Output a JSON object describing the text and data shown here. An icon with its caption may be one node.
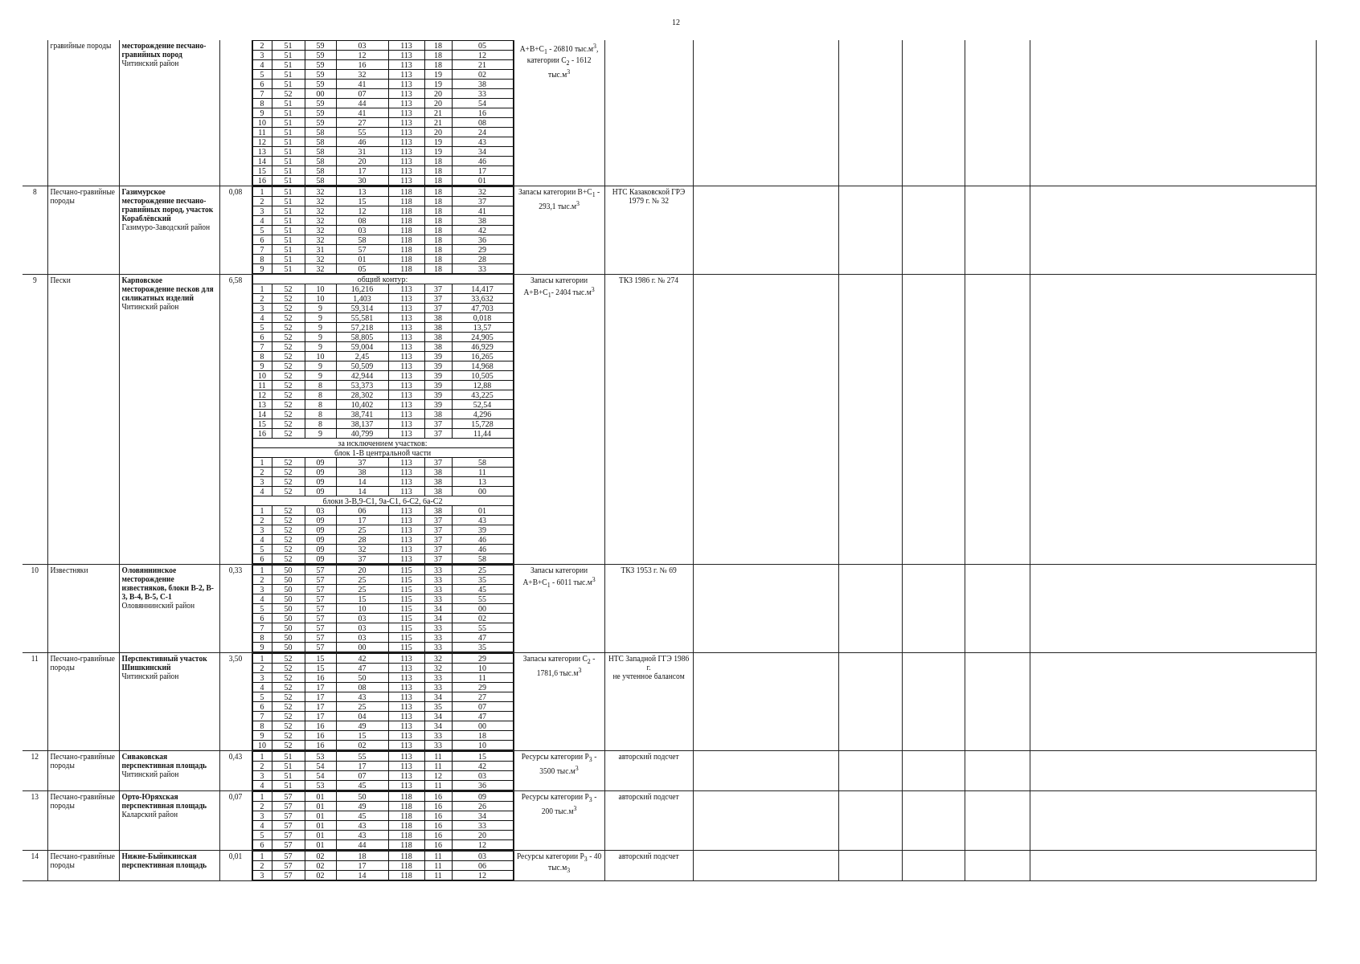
{
  "diagram": {
    "labels": [
      "12",
      "гравийные породы",
      "месторождение песчано-гравийных пород",
      "Читинский район",
      "2",
      "51",
      "59",
      "03",
      "113",
      "18",
      "05",
      "3",
      "51",
      "59",
      "12",
      "113",
      "18",
      "12",
      "4",
      "51",
      "59",
      "16",
      "113",
      "18",
      "21",
      "5",
      "51",
      "59",
      "32",
      "113",
      "19",
      "02",
      "6",
      "51",
      "59",
      "41",
      "113",
      "19",
      "38",
      "7",
      "52",
      "00",
      "07",
      "113",
      "20",
      "33",
      "8",
      "51",
      "59",
      "44",
      "113",
      "20",
      "54",
      "9",
      "51",
      "59",
      "41",
      "113",
      "21",
      "16",
      "10",
      "51",
      "59",
      "27",
      "113",
      "21",
      "08",
      "11",
      "51",
      "58",
      "55",
      "113",
      "20",
      "24",
      "12",
      "51",
      "58",
      "46",
      "113",
      "19",
      "43",
      "13",
      "51",
      "58",
      "31",
      "113",
      "19",
      "34",
      "14",
      "51",
      "58",
      "20",
      "113",
      "18",
      "46",
      "15",
      "51",
      "58",
      "17",
      "113",
      "18",
      "17",
      "16",
      "51",
      "58",
      "30",
      "113",
      "18",
      "01",
      "A+B+C$_{1}$ - 26810 тыс.м$^{3}$, категории C$_{2}$ - 1612 тыс.м$^{3}$",
      "8",
      "Песчано-гравийные породы",
      "Газимурское месторождение песчано-гравийных пород, участок Кораблёвский",
      "Газимуро-Заводский район",
      "0,08",
      "1",
      "51",
      "32",
      "13",
      "118",
      "18",
      "32",
      "2",
      "51",
      "32",
      "15",
      "118",
      "18",
      "37",
      "3",
      "51",
      "32",
      "12",
      "118",
      "18",
      "41",
      "4",
      "51",
      "32",
      "08",
      "118",
      "18",
      "38",
      "5",
      "51",
      "32",
      "03",
      "118",
      "18",
      "42",
      "6",
      "51",
      "32",
      "58",
      "118",
      "18",
      "36",
      "7",
      "51",
      "31",
      "57",
      "118",
      "18",
      "29",
      "8",
      "51",
      "32",
      "01",
      "118",
      "18",
      "28",
      "9",
      "51",
      "32",
      "05",
      "118",
      "18",
      "33",
      "Запасы категории B+C$_{1}$ - 293,1 тыс.м$^{3}$",
      "НТС Казаковской ГРЭ 1979 г. № 32",
      "9",
      "Пески",
      "Карповское месторождение песков для силикатных изделий",
      "Читинский район",
      "6,58",
      "общий контур:",
      "1",
      "52",
      "10",
      "16,216",
      "113",
      "37",
      "14,417",
      "2",
      "52",
      "10",
      "1,403",
      "113",
      "37",
      "33,632",
      "3",
      "52",
      "9",
      "59,314",
      "113",
      "37",
      "47,703",
      "4",
      "52",
      "9",
      "55,581",
      "113",
      "38",
      "0,018",
      "5",
      "52",
      "9",
      "57,218",
      "113",
      "38",
      "13,57",
      "6",
      "52",
      "9",
      "58,805",
      "113",
      "38",
      "24,905",
      "7",
      "52",
      "9",
      "59,004",
      "113",
      "38",
      "46,929",
      "8",
      "52",
      "10",
      "2,45",
      "113",
      "39",
      "16,265",
      "9",
      "52",
      "9",
      "50,509",
      "113",
      "39",
      "14,968",
      "10",
      "52",
      "9",
      "42,944",
      "113",
      "39",
      "10,505",
      "11",
      "52",
      "8",
      "53,373",
      "113",
      "39",
      "12,88",
      "12",
      "52",
      "8",
      "28,302",
      "113",
      "39",
      "43,225",
      "13",
      "52",
      "8",
      "10,402",
      "113",
      "39",
      "52,54",
      "14",
      "52",
      "8",
      "38,741",
      "113",
      "38",
      "4,296",
      "15",
      "52",
      "8",
      "38,137",
      "113",
      "37",
      "15,728",
      "16",
      "52",
      "9",
      "40,799",
      "113",
      "37",
      "11,44",
      "за исключением участков:",
      "блок 1-В центральной части",
      "1",
      "52",
      "09",
      "37",
      "113",
      "37",
      "58",
      "2",
      "52",
      "09",
      "38",
      "113",
      "38",
      "11",
      "3",
      "52",
      "09",
      "14",
      "113",
      "38",
      "13",
      "4",
      "52",
      "09",
      "14",
      "113",
      "38",
      "00",
      "блоки 3-В,9-С1, 9а-С1, 6-С2, 6а-С2",
      "1",
      "52",
      "03",
      "06",
      "113",
      "38",
      "01",
      "2",
      "52",
      "09",
      "17",
      "113",
      "37",
      "43",
      "3",
      "52",
      "09",
      "25",
      "113",
      "37",
      "39",
      "4",
      "52",
      "09",
      "28",
      "113",
      "37",
      "46",
      "5",
      "52",
      "09",
      "32",
      "113",
      "37",
      "46",
      "6",
      "52",
      "09",
      "37",
      "113",
      "37",
      "58",
      "Запасы категории A+B+C$_{1}$- 2404 тыс.м$^{3}$",
      "ТКЗ 1986 г. № 274",
      "10",
      "Известняки",
      "Оловяннинское месторождение известняков, блоки B-2, B-3, B-4, B-5, C-1",
      "Оловяннинский район",
      "0,33",
      "1",
      "50",
      "57",
      "20",
      "115",
      "33",
      "25",
      "2",
      "50",
      "57",
      "25",
      "115",
      "33",
      "35",
      "3",
      "50",
      "57",
      "25",
      "115",
      "33",
      "45",
      "4",
      "50",
      "57",
      "15",
      "115",
      "33",
      "55",
      "5",
      "50",
      "57",
      "10",
      "115",
      "34",
      "00",
      "6",
      "50",
      "57",
      "03",
      "115",
      "34",
      "02",
      "7",
      "50",
      "57",
      "03",
      "115",
      "33",
      "55",
      "8",
      "50",
      "57",
      "03",
      "115",
      "33",
      "47",
      "9",
      "50",
      "57",
      "00",
      "115",
      "33",
      "35",
      "Запасы категории A+B+C$_{1}$ - 6011 тыс.м$^{3}$",
      "ТКЗ 1953 г. № 69",
      "11",
      "Песчано-гравийные породы",
      "Перспективный участок Шишкинский",
      "Читинский район",
      "3,50",
      "1",
      "52",
      "15",
      "42",
      "113",
      "32",
      "29",
      "2",
      "52",
      "15",
      "47",
      "113",
      "32",
      "10",
      "3",
      "52",
      "16",
      "50",
      "113",
      "33",
      "11",
      "4",
      "52",
      "17",
      "08",
      "113",
      "33",
      "29",
      "5",
      "52",
      "17",
      "43",
      "113",
      "34",
      "27",
      "6",
      "52",
      "17",
      "25",
      "113",
      "35",
      "07",
      "7",
      "52",
      "17",
      "04",
      "113",
      "34",
      "47",
      "8",
      "52",
      "16",
      "49",
      "113",
      "34",
      "00",
      "9",
      "52",
      "16",
      "15",
      "113",
      "33",
      "18",
      "10",
      "52",
      "16",
      "02",
      "113",
      "33",
      "10",
      "Запасы категории C$_{2}$ - 1781,6 тыс.м$^{3}$",
      "НТС Западной ГГЭ 1986 г.",
      "не учтенное балансом",
      "12",
      "Песчано-гравийные породы",
      "Сиваковская перспективная площадь",
      "Читинский район",
      "0,43",
      "1",
      "51",
      "53",
      "55",
      "113",
      "11",
      "15",
      "2",
      "51",
      "54",
      "17",
      "113",
      "11",
      "42",
      "3",
      "51",
      "54",
      "07",
      "113",
      "12",
      "03",
      "4",
      "51",
      "53",
      "45",
      "113",
      "11",
      "36",
      "Ресурсы категории P$_{3}$ - 3500 тыс.м$^{3}$",
      "авторский подсчет",
      "13",
      "Песчано-гравийные породы",
      "Орто-Юряхская перспективная площадь",
      "Каларский район",
      "0,07",
      "1",
      "57",
      "01",
      "50",
      "118",
      "16",
      "09",
      "2",
      "57",
      "01",
      "49",
      "118",
      "16",
      "26",
      "3",
      "57",
      "01",
      "45",
      "118",
      "16",
      "34",
      "4",
      "57",
      "01",
      "43",
      "118",
      "16",
      "33",
      "5",
      "57",
      "01",
      "43",
      "118",
      "16",
      "20",
      "6",
      "57",
      "01",
      "44",
      "118",
      "16",
      "12",
      "Ресурсы категории P$_{3}$ - 200 тыс.м$^{3}$",
      "авторский подсчет",
      "14",
      "Песчано-гравийные породы",
      "Нижне-Быйикинская перспективная площадь",
      "0,01",
      "1",
      "57",
      "02",
      "18",
      "118",
      "11",
      "03",
      "2",
      "57",
      "02",
      "17",
      "118",
      "11",
      "06",
      "3",
      "57",
      "02",
      "14",
      "118",
      "11",
      "12",
      "Ресурсы категории P$_{3}$ - 40 тыс.м$_{3}$",
      "авторский подсчет"
    ]
  }
}
